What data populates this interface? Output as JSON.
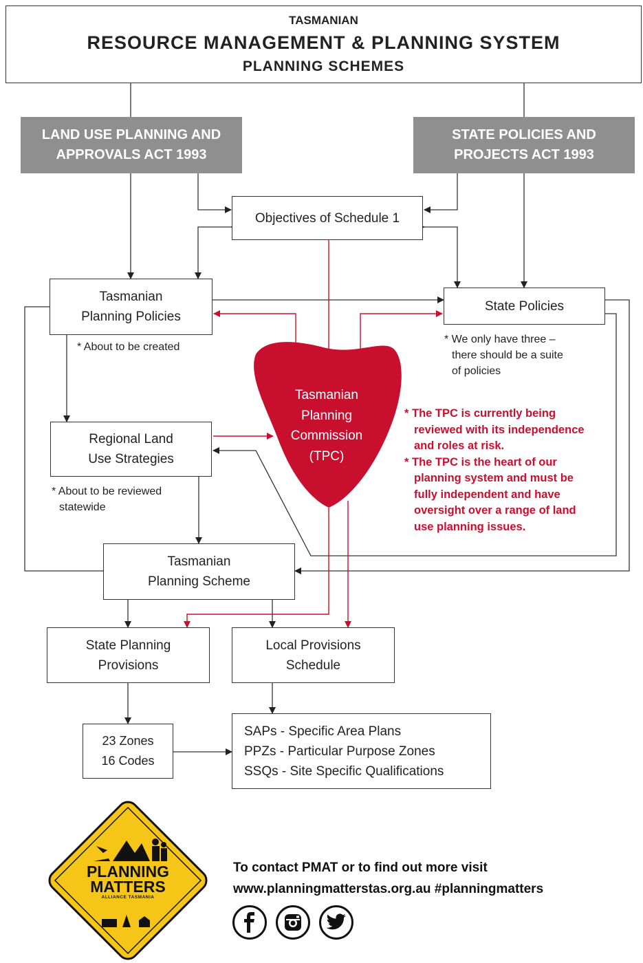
{
  "header": {
    "line1": "TASMANIAN",
    "line2": "RESOURCE MANAGEMENT & PLANNING SYSTEM",
    "line3": "PLANNING SCHEMES"
  },
  "acts": {
    "lupaa": [
      "LAND USE PLANNING AND",
      "APPROVALS ACT 1993"
    ],
    "sppa": [
      "STATE POLICIES AND",
      "PROJECTS ACT 1993"
    ]
  },
  "nodes": {
    "objectives": "Objectives of Schedule 1",
    "tas_policies": [
      "Tasmanian",
      "Planning Policies"
    ],
    "state_policies": "State Policies",
    "regional": [
      "Regional Land",
      "Use Strategies"
    ],
    "tpc": [
      "Tasmanian",
      "Planning",
      "Commission",
      "(TPC)"
    ],
    "scheme": [
      "Tasmanian",
      "Planning Scheme"
    ],
    "spp": [
      "State Planning",
      "Provisions"
    ],
    "lps": [
      "Local Provisions",
      "Schedule"
    ],
    "zones": [
      "23 Zones",
      "16 Codes"
    ],
    "saps": [
      "SAPs - Specific Area Plans",
      "PPZs - Particular Purpose Zones",
      "SSQs - Site Specific Qualifications"
    ]
  },
  "notes": {
    "tas_policies": "* About to be created",
    "state_policies": [
      "* We only have three –",
      "there should be a suite",
      "of policies"
    ],
    "regional": [
      "* About to be reviewed",
      "statewide"
    ],
    "tpc": [
      "* The TPC is currently being",
      "reviewed with its independence",
      "and roles at risk.",
      "* The TPC is the heart of our",
      "planning system and must be",
      "fully independent and have",
      "oversight over a range of land",
      "use planning issues."
    ]
  },
  "contact": {
    "line1": "To contact PMAT or to find out more visit",
    "line2": "www.planningmatterstas.org.au  #planningmatters"
  },
  "logo": {
    "line1": "PLANNING",
    "line2": "MATTERS",
    "line3": "ALLIANCE TASMANIA"
  },
  "social": [
    "facebook-icon",
    "instagram-icon",
    "twitter-icon"
  ],
  "colors": {
    "accent_red": "#c8102e",
    "act_gray": "#8f8f8f",
    "logo_yellow": "#f5c518",
    "line": "#333333"
  }
}
